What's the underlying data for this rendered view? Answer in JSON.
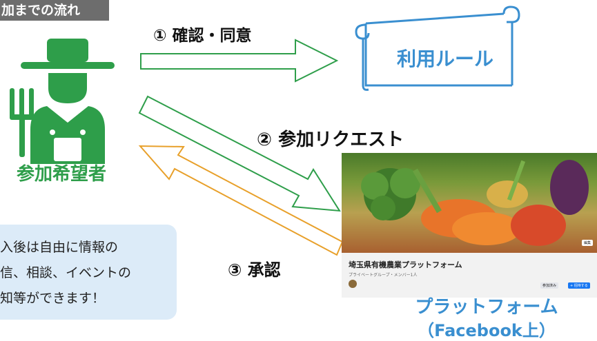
{
  "title": "加までの流れ",
  "steps": {
    "step1": "① 確認・同意",
    "step2": "② 参加リクエスト",
    "step3": "③ 承認"
  },
  "applicant_label": "参加希望者",
  "rules_label": "利用ルール",
  "info_lines": [
    "入後は自由に情報の",
    "信、相談、イベントの",
    "知等ができます！"
  ],
  "platform_label_line1": "プラットフォーム",
  "platform_label_line2": "（Facebook上）",
  "facebook_preview": {
    "group_name": "埼玉県有機農業プラットフォーム",
    "group_meta": "プライベートグループ・メンバー1人",
    "edit_label": "編集",
    "join_button": "参加済み",
    "invite_button": "+ 招待する"
  },
  "colors": {
    "green": "#2e9e4a",
    "blue": "#3a8fd0",
    "orange": "#e8a02a",
    "title_bg": "#6d6d6d",
    "info_bg": "#dcebf8"
  },
  "icons": [
    "farmer-icon",
    "scroll-icon"
  ]
}
